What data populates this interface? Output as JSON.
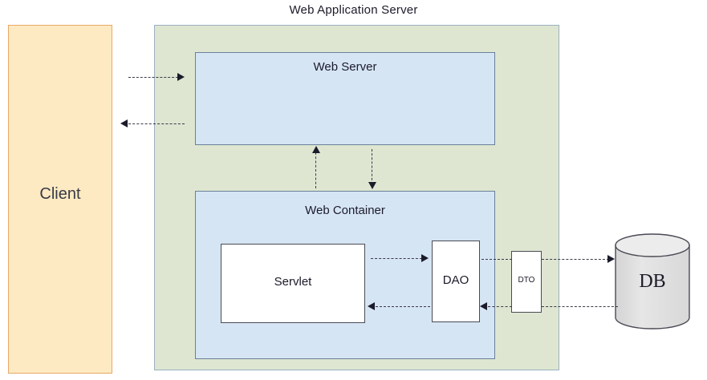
{
  "diagram": {
    "title": "Web Application Server",
    "nodes": {
      "client": "Client",
      "web_server": "Web Server",
      "web_container": "Web Container",
      "servlet": "Servlet",
      "dao": "DAO",
      "dto": "DTO",
      "db": "DB"
    },
    "colors": {
      "client_fill": "#fdeac2",
      "client_border": "#e8a766",
      "was_fill": "#dee6d2",
      "was_border": "#9bb0c0",
      "container_fill": "#d6e5f4",
      "container_border": "#6b7f99",
      "plain_fill": "#ffffff",
      "plain_border": "#4a4a55",
      "db_fill": "#e0e0e0",
      "db_border": "#4a4a55",
      "arrow": "#3a3a46"
    },
    "edges": [
      {
        "id": "client-to-webserver",
        "from": "Client",
        "to": "Web Server",
        "direction": "right",
        "style": "dashed"
      },
      {
        "id": "webserver-to-client",
        "from": "Web Server",
        "to": "Client",
        "direction": "left",
        "style": "dashed"
      },
      {
        "id": "webcontainer-to-webserver",
        "from": "Web Container",
        "to": "Web Server",
        "direction": "up",
        "style": "dashed"
      },
      {
        "id": "webserver-to-webcontainer",
        "from": "Web Server",
        "to": "Web Container",
        "direction": "down",
        "style": "dashed"
      },
      {
        "id": "servlet-to-dao",
        "from": "Servlet",
        "to": "DAO",
        "direction": "right",
        "style": "dashed"
      },
      {
        "id": "dao-to-servlet",
        "from": "DAO",
        "to": "Servlet",
        "direction": "left",
        "style": "dashed"
      },
      {
        "id": "dao-to-db",
        "from": "DAO",
        "to": "DB",
        "direction": "right",
        "style": "dashed"
      },
      {
        "id": "db-to-dao",
        "from": "DB",
        "to": "DAO",
        "direction": "left",
        "style": "dashed"
      }
    ]
  }
}
